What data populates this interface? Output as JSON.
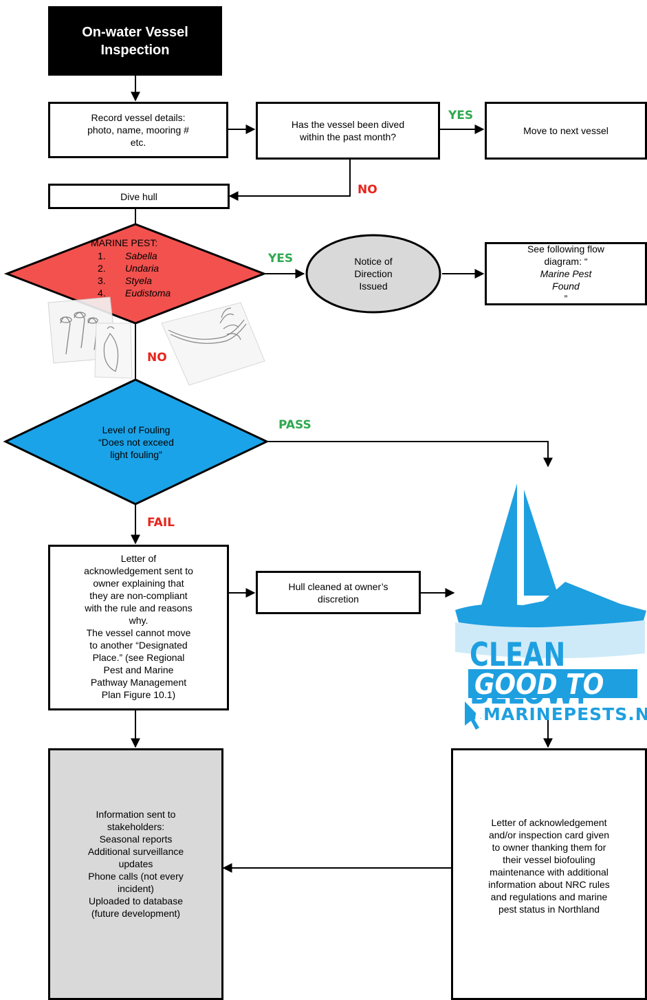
{
  "start": {
    "line1": "On-water Vessel",
    "line2": "Inspection"
  },
  "record": {
    "lines": [
      "Record vessel details:",
      "photo, name, mooring #",
      "etc."
    ]
  },
  "dived_question": {
    "lines": [
      "Has the vessel been dived",
      "within the past month?"
    ]
  },
  "next_vessel": {
    "text": "Move to next vessel"
  },
  "dive_hull": {
    "text": "Dive hull"
  },
  "marine_pest": {
    "heading": "MARINE PEST:",
    "items": [
      {
        "num": "1.",
        "name": "Sabella"
      },
      {
        "num": "2.",
        "name": "Undaria"
      },
      {
        "num": "3.",
        "name": "Styela"
      },
      {
        "num": "4.",
        "name": "Eudistoma"
      }
    ]
  },
  "notice": {
    "lines": [
      "Notice of",
      "Direction",
      "Issued"
    ]
  },
  "see_following": {
    "line1": "See following flow",
    "line2_plain": "diagram: “",
    "line2_italic": "Marine Pest",
    "line3_italic": "Found",
    "line3_plain": "”"
  },
  "fouling": {
    "lines": [
      "Level of Fouling",
      "“Does not exceed",
      "light fouling”"
    ]
  },
  "letter_fail": {
    "lines": [
      "Letter of",
      "acknowledgement sent to",
      "owner explaining that",
      "they are non-compliant",
      "with the rule and reasons",
      "why.",
      "The vessel cannot move",
      "to another “Designated",
      "Place.” (see Regional",
      "Pest and Marine",
      "Pathway Management",
      "Plan Figure 10.1)"
    ]
  },
  "hull_cleaned": {
    "lines": [
      "Hull cleaned at owner’s",
      "discretion"
    ]
  },
  "info_sent": {
    "lines": [
      "Information sent to",
      "stakeholders:",
      "Seasonal reports",
      "Additional surveillance",
      "updates",
      "Phone calls (not every",
      "incident)",
      "Uploaded to database",
      "(future development)"
    ]
  },
  "letter_pass": {
    "lines": [
      "Letter of acknowledgement",
      "and/or inspection card given",
      "to owner thanking them for",
      "their vessel biofouling",
      "maintenance with additional",
      "information about NRC rules",
      "and regulations and marine",
      "pest status in Northland"
    ]
  },
  "labels": {
    "yes1": "YES",
    "no1": "NO",
    "yes2": "YES",
    "no2": "NO",
    "pass": "PASS",
    "fail": "FAIL"
  },
  "logo": {
    "line1": "CLEAN BELOW?",
    "line2": "GOOD TO GO",
    "line3": "MARINEPESTS.NZ"
  },
  "colors": {
    "pest_diamond": "#f2514e",
    "fouling_diamond": "#1aa3e8",
    "notice_oval": "#d9d9d9",
    "logo_blue": "#1e9fe0",
    "yes_green": "#2fa84f",
    "no_red": "#e8231a"
  }
}
